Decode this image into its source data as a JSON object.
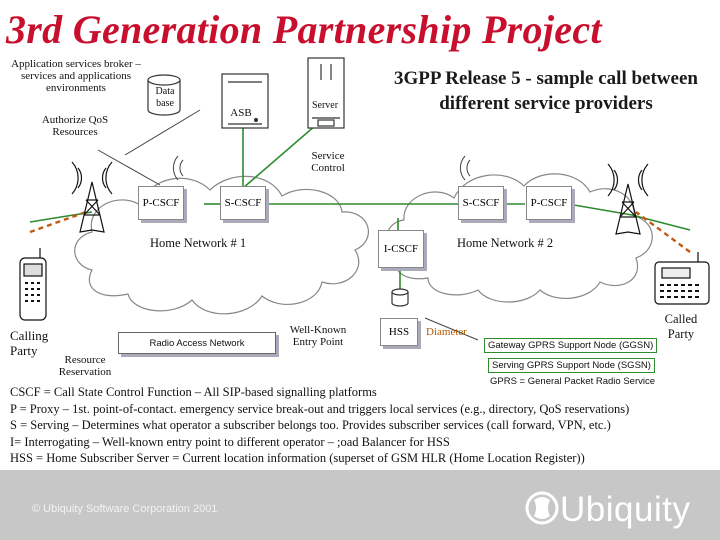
{
  "title": "3rd Generation Partnership Project",
  "subtitle": "3GPP Release 5 - sample call between different service providers",
  "labels": {
    "app_services": "Application services broker – services and applications environments",
    "authorize_qos": "Authorize QoS Resources",
    "database": "Data base",
    "asb": "ASB",
    "server": "Server",
    "service_control": "Service Control",
    "home_network_1": "Home Network # 1",
    "home_network_2": "Home Network # 2",
    "calling_party": "Calling Party",
    "called_party": "Called Party",
    "resource_reservation": "Resource Reservation",
    "radio_access_network": "Radio Access Network",
    "well_known_entry": "Well-Known Entry Point",
    "hss": "HSS",
    "diameter": "Diameter",
    "ggsn": "Gateway GPRS Support Node (GGSN)",
    "sgsn": "Serving GPRS Support Node (SGSN)",
    "gprs": "GPRS = General Packet Radio Service"
  },
  "nodes": {
    "p_cscf_1": "P-CSCF",
    "s_cscf_1": "S-CSCF",
    "i_cscf": "I-CSCF",
    "s_cscf_2": "S-CSCF",
    "p_cscf_2": "P-CSCF"
  },
  "definitions": [
    "CSCF = Call State Control Function – All SIP-based signalling platforms",
    "P = Proxy – 1st. point-of-contact. emergency service break-out and triggers local services (e.g., directory, QoS reservations)",
    "S = Serving – Determines what operator a subscriber belongs too. Provides subscriber services (call forward, VPN, etc.)",
    "I= Interrogating – Well-known entry point to different operator – ;oad Balancer for HSS",
    "HSS = Home Subscriber Server = Current location information (superset of GSM HLR (Home Location Register))"
  ],
  "footer": {
    "copyright": "© Ubiquity Software Corporation 2001",
    "logo": "Ubiquity"
  },
  "colors": {
    "title": "#c8102e",
    "signal_line": "#2e8b2e",
    "diameter": "#b05a00",
    "dashed_link": "#c05a10",
    "footer_bg": "#c7c7c7"
  }
}
